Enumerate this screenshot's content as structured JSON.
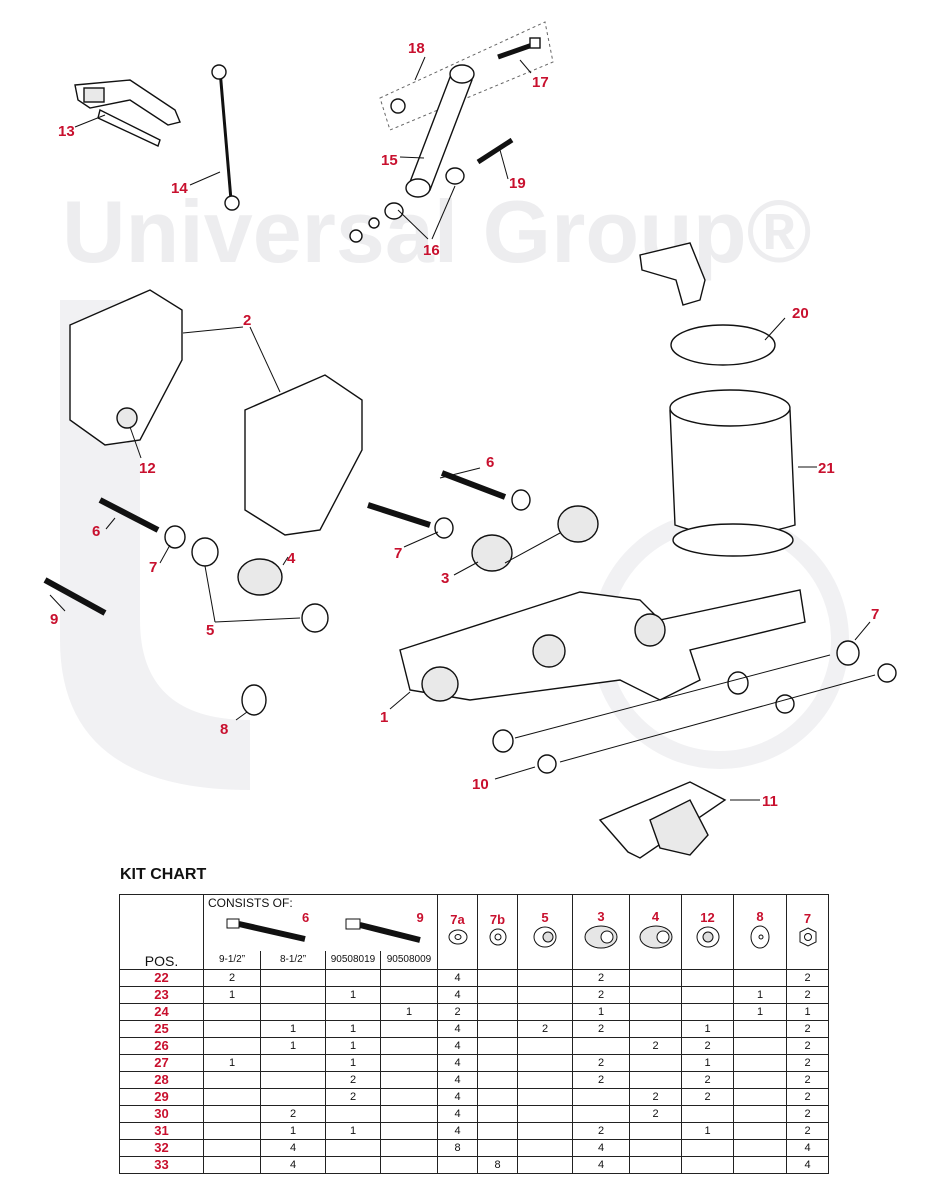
{
  "watermark": "Universal Group®",
  "callouts": [
    "1",
    "2",
    "3",
    "4",
    "5",
    "6",
    "6",
    "7",
    "7",
    "7",
    "8",
    "9",
    "10",
    "11",
    "12",
    "13",
    "14",
    "15",
    "16",
    "17",
    "18",
    "19",
    "20",
    "21"
  ],
  "kit_chart": {
    "title": "KIT CHART",
    "consists_of": "CONSISTS OF:",
    "pos_label": "POS.",
    "column_parts": [
      "6",
      "9",
      "7a",
      "7b",
      "5",
      "3",
      "4",
      "12",
      "8",
      "7"
    ],
    "sub_headers": [
      "9-1/2”",
      "8-1/2”",
      "90508019",
      "90508009"
    ],
    "rows": [
      {
        "pos": "22",
        "cells": [
          "2",
          "",
          "",
          "",
          "4",
          "",
          "",
          "2",
          "",
          "",
          "",
          "2"
        ]
      },
      {
        "pos": "23",
        "cells": [
          "1",
          "",
          "1",
          "",
          "4",
          "",
          "",
          "2",
          "",
          "",
          "1",
          "2"
        ]
      },
      {
        "pos": "24",
        "cells": [
          "",
          "",
          "",
          "1",
          "2",
          "",
          "",
          "1",
          "",
          "",
          "1",
          "1"
        ]
      },
      {
        "pos": "25",
        "cells": [
          "",
          "1",
          "1",
          "",
          "4",
          "",
          "2",
          "2",
          "",
          "1",
          "",
          "2"
        ]
      },
      {
        "pos": "26",
        "cells": [
          "",
          "1",
          "1",
          "",
          "4",
          "",
          "",
          "",
          "2",
          "2",
          "",
          "2"
        ]
      },
      {
        "pos": "27",
        "cells": [
          "1",
          "",
          "1",
          "",
          "4",
          "",
          "",
          "2",
          "",
          "1",
          "",
          "2"
        ]
      },
      {
        "pos": "28",
        "cells": [
          "",
          "",
          "2",
          "",
          "4",
          "",
          "",
          "2",
          "",
          "2",
          "",
          "2"
        ]
      },
      {
        "pos": "29",
        "cells": [
          "",
          "",
          "2",
          "",
          "4",
          "",
          "",
          "",
          "2",
          "2",
          "",
          "2"
        ]
      },
      {
        "pos": "30",
        "cells": [
          "",
          "2",
          "",
          "",
          "4",
          "",
          "",
          "",
          "2",
          "",
          "",
          "2"
        ]
      },
      {
        "pos": "31",
        "cells": [
          "",
          "1",
          "1",
          "",
          "4",
          "",
          "",
          "2",
          "",
          "1",
          "",
          "2"
        ]
      },
      {
        "pos": "32",
        "cells": [
          "",
          "4",
          "",
          "",
          "8",
          "",
          "",
          "4",
          "",
          "",
          "",
          "4"
        ]
      },
      {
        "pos": "33",
        "cells": [
          "",
          "4",
          "",
          "",
          "",
          "8",
          "",
          "4",
          "",
          "",
          "",
          "4"
        ]
      }
    ]
  }
}
